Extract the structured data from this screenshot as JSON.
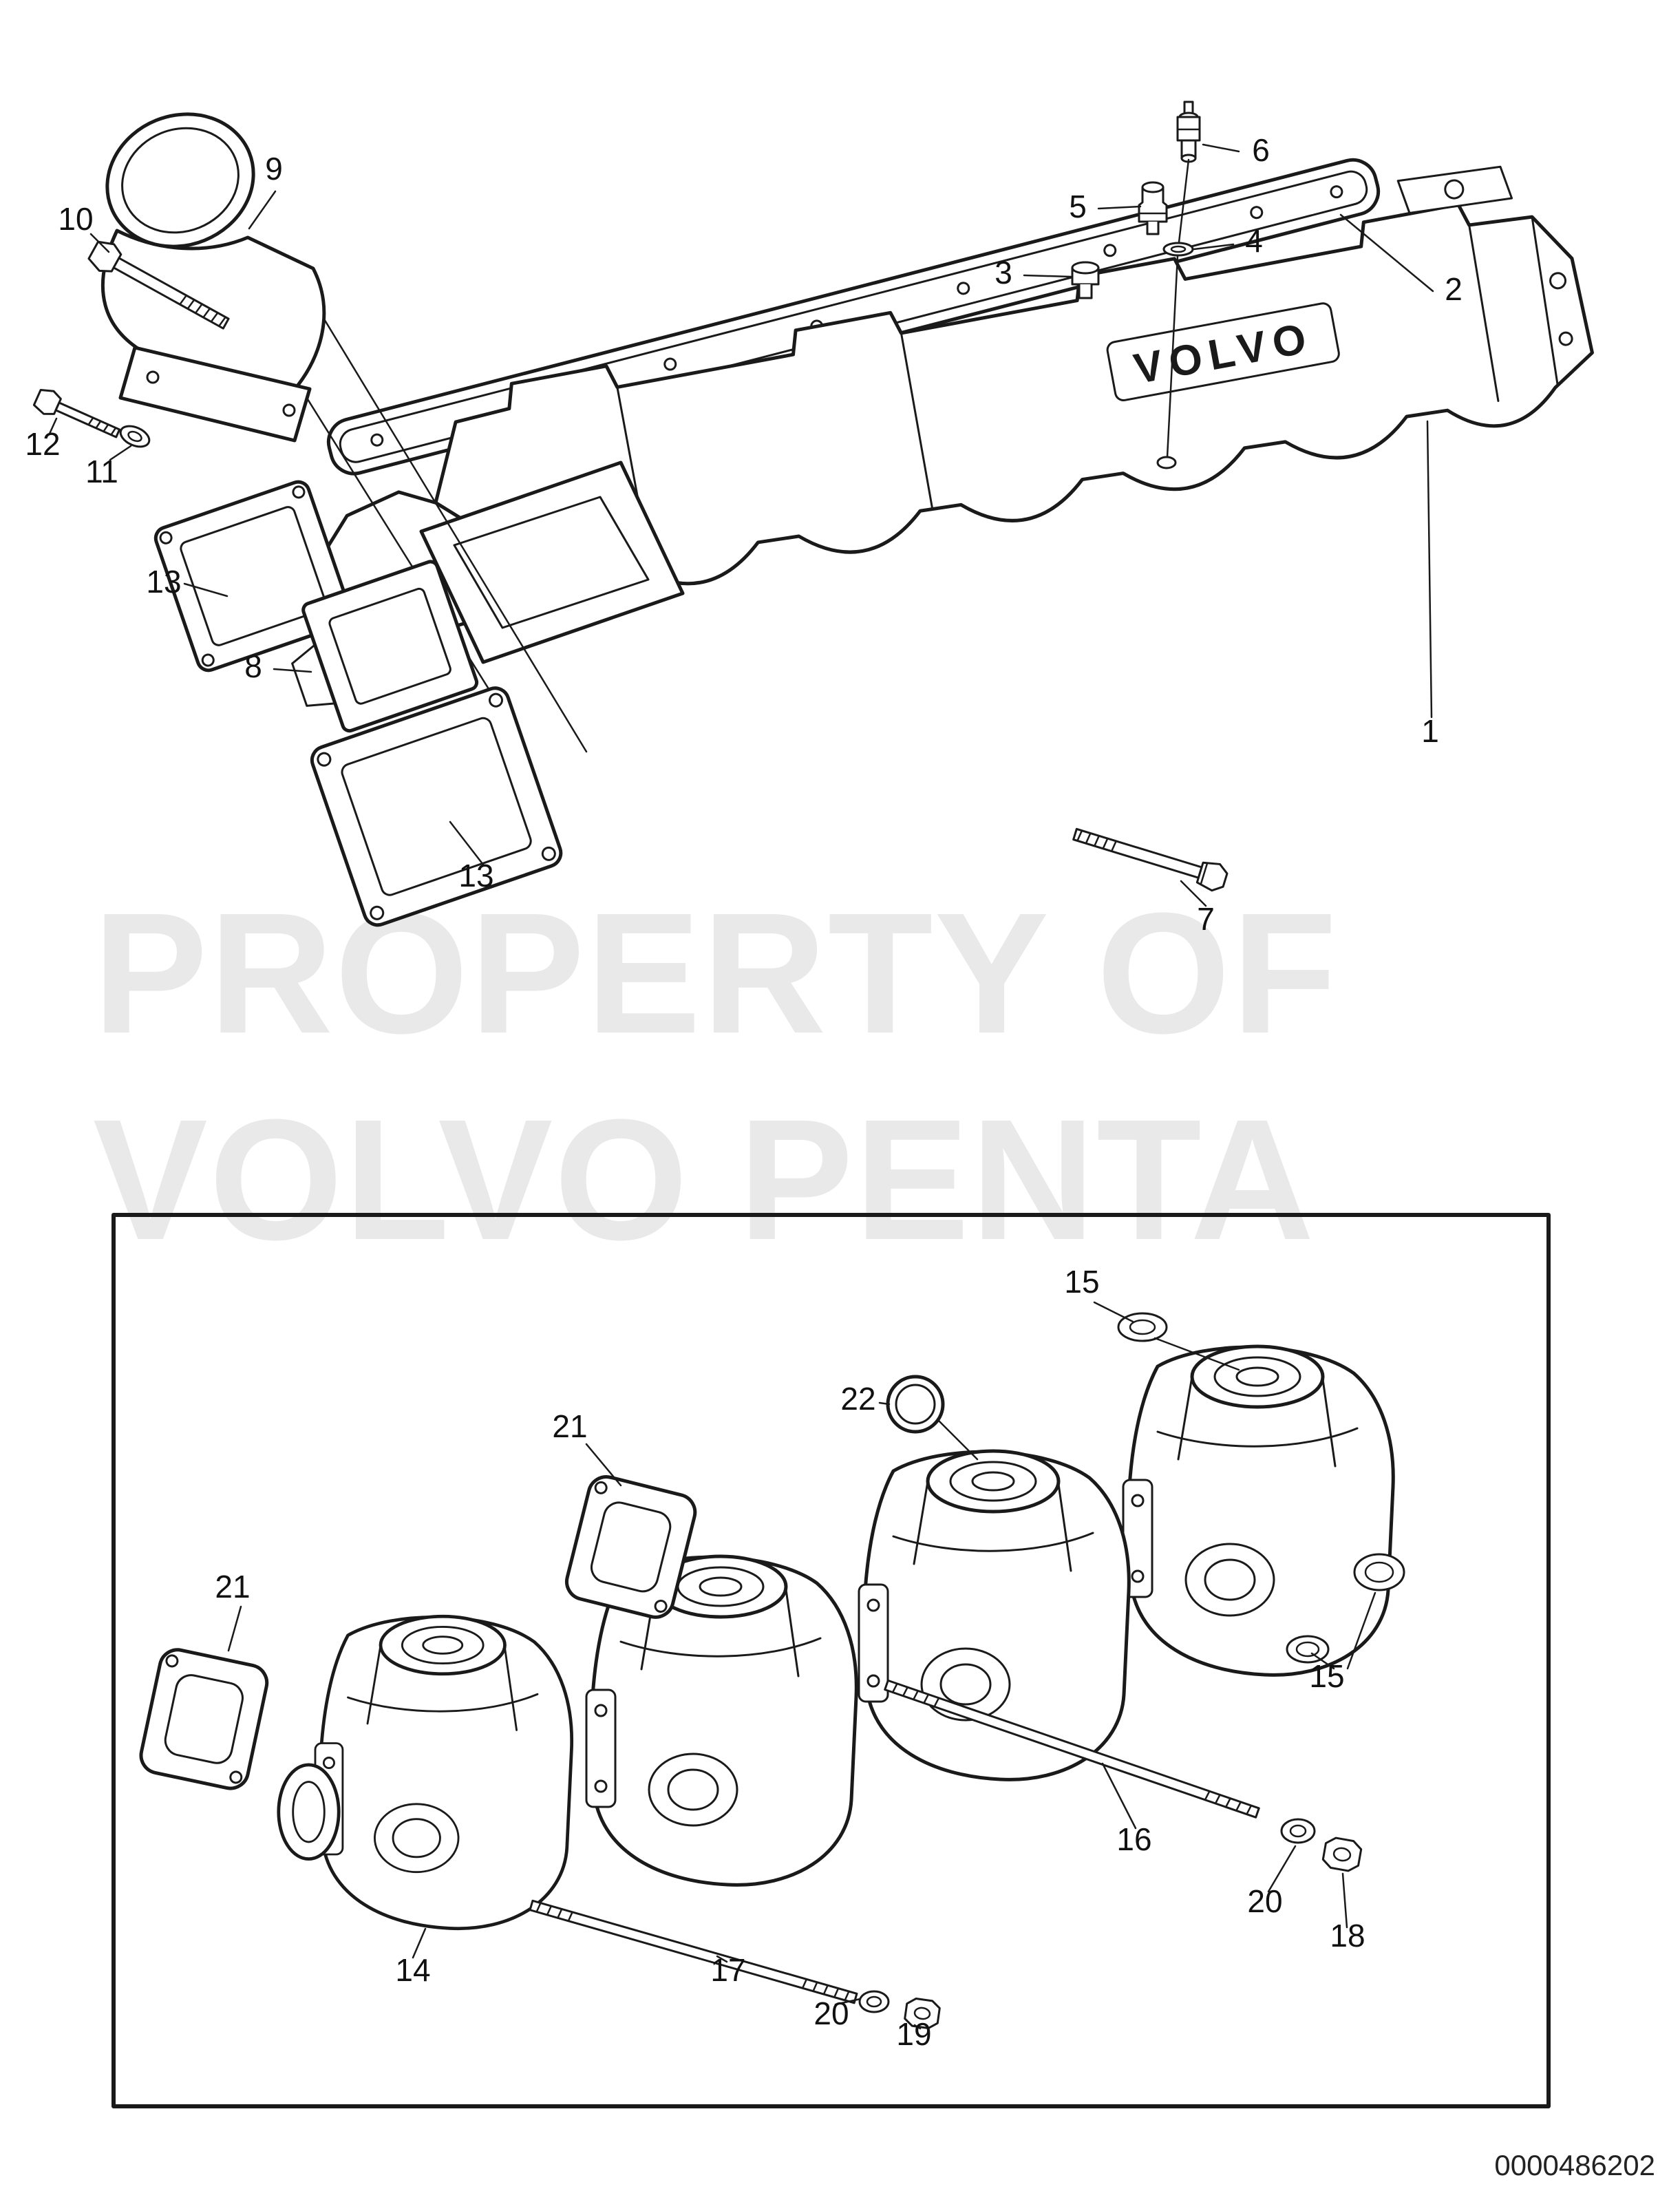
{
  "watermark": {
    "line1": "PROPERTY OF",
    "line2": "VOLVO PENTA"
  },
  "brand": {
    "manifold_logo": "VOLVO"
  },
  "document_number": "0000486202",
  "callouts": [
    {
      "label": "10"
    },
    {
      "label": "9"
    },
    {
      "label": "6"
    },
    {
      "label": "5"
    },
    {
      "label": "3"
    },
    {
      "label": "4"
    },
    {
      "label": "2"
    },
    {
      "label": "12"
    },
    {
      "label": "11"
    },
    {
      "label": "13"
    },
    {
      "label": "8"
    },
    {
      "label": "1"
    },
    {
      "label": "13"
    },
    {
      "label": "7"
    },
    {
      "label": "15"
    },
    {
      "label": "22"
    },
    {
      "label": "21"
    },
    {
      "label": "21"
    },
    {
      "label": "15"
    },
    {
      "label": "16"
    },
    {
      "label": "20"
    },
    {
      "label": "18"
    },
    {
      "label": "14"
    },
    {
      "label": "17"
    },
    {
      "label": "20"
    },
    {
      "label": "19"
    }
  ]
}
